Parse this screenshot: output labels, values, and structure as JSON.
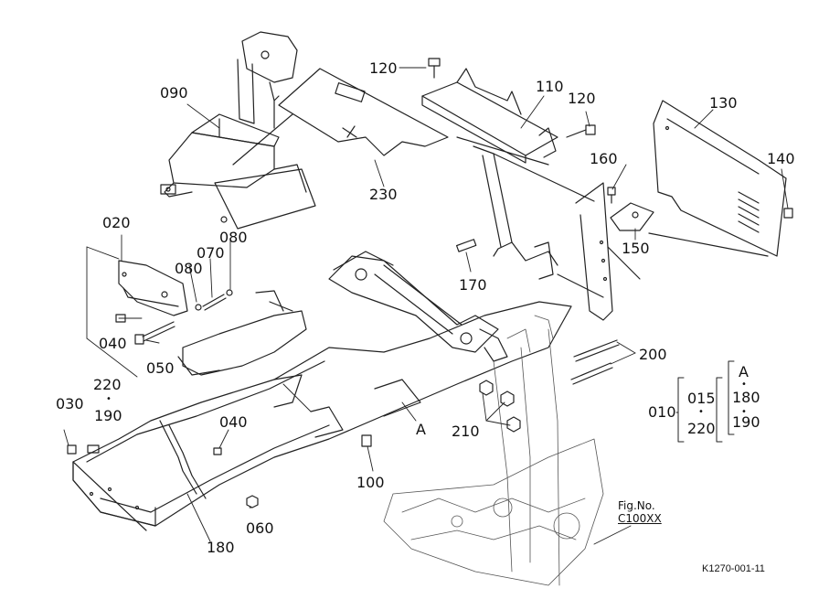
{
  "diagram": {
    "callouts": {
      "p010": "010",
      "p015": "015",
      "p020": "020",
      "p030": "030",
      "p040a": "040",
      "p040b": "040",
      "p050": "050",
      "p060": "060",
      "p070": "070",
      "p080a": "080",
      "p080b": "080",
      "p090": "090",
      "p100": "100",
      "p110": "110",
      "p120a": "120",
      "p120b": "120",
      "p130": "130",
      "p140": "140",
      "p150": "150",
      "p160": "160",
      "p170": "170",
      "p180a": "180",
      "p180b": "180",
      "p190a": "190",
      "p190b": "190",
      "p200": "200",
      "p210": "210",
      "p220a": "220",
      "p220b": "220",
      "p230": "230"
    },
    "marker_a_main": "A",
    "marker_a_legend": "A",
    "bullet": "•",
    "fig_ref_label": "Fig.No.",
    "fig_ref_code": "C100XX",
    "drawing_number": "K1270-001-11"
  }
}
